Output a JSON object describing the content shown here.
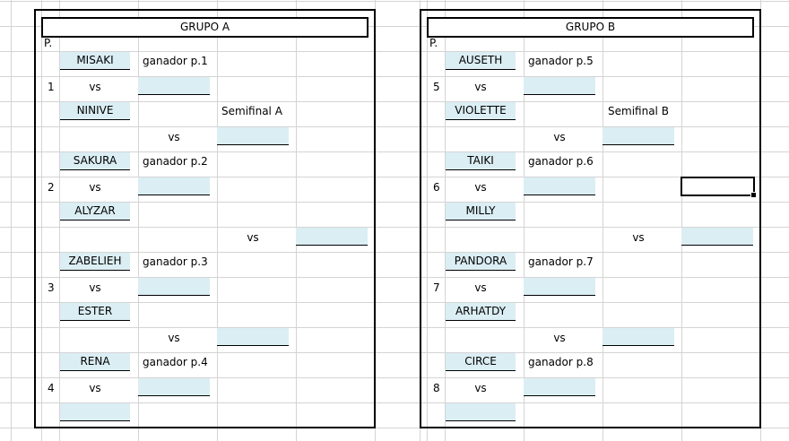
{
  "groupA": {
    "title": "GRUPO A",
    "p_label": "P.",
    "matches": [
      {
        "num": "1",
        "top": "MISAKI",
        "vs": "vs",
        "bottom": "NINIVE",
        "winner_label": "ganador p.1"
      },
      {
        "num": "2",
        "top": "SAKURA",
        "vs": "vs",
        "bottom": "ALYZAR",
        "winner_label": "ganador p.2"
      },
      {
        "num": "3",
        "top": "ZABELIEH",
        "vs": "vs",
        "bottom": "ESTER",
        "winner_label": "ganador p.3"
      },
      {
        "num": "4",
        "top": "RENA",
        "vs": "vs",
        "bottom": "",
        "winner_label": "ganador p.4"
      }
    ],
    "semifinal_label": "Semifinal A",
    "vs_semi": "vs",
    "vs_final": "vs"
  },
  "groupB": {
    "title": "GRUPO B",
    "p_label": "P.",
    "matches": [
      {
        "num": "5",
        "top": "AUSETH",
        "vs": "vs",
        "bottom": "VIOLETTE",
        "winner_label": "ganador p.5"
      },
      {
        "num": "6",
        "top": "TAIKI",
        "vs": "vs",
        "bottom": "MILLY",
        "winner_label": "ganador p.6"
      },
      {
        "num": "7",
        "top": "PANDORA",
        "vs": "vs",
        "bottom": "ARHATDY",
        "winner_label": "ganador p.7"
      },
      {
        "num": "8",
        "top": "CIRCE",
        "vs": "vs",
        "bottom": "",
        "winner_label": "ganador p.8"
      }
    ],
    "semifinal_label": "Semifinal B",
    "vs_semi": "vs",
    "vs_final": "vs"
  },
  "colors": {
    "cell_fill": "#dbeef4",
    "gridline": "#d4d4d4",
    "border": "#000000"
  }
}
